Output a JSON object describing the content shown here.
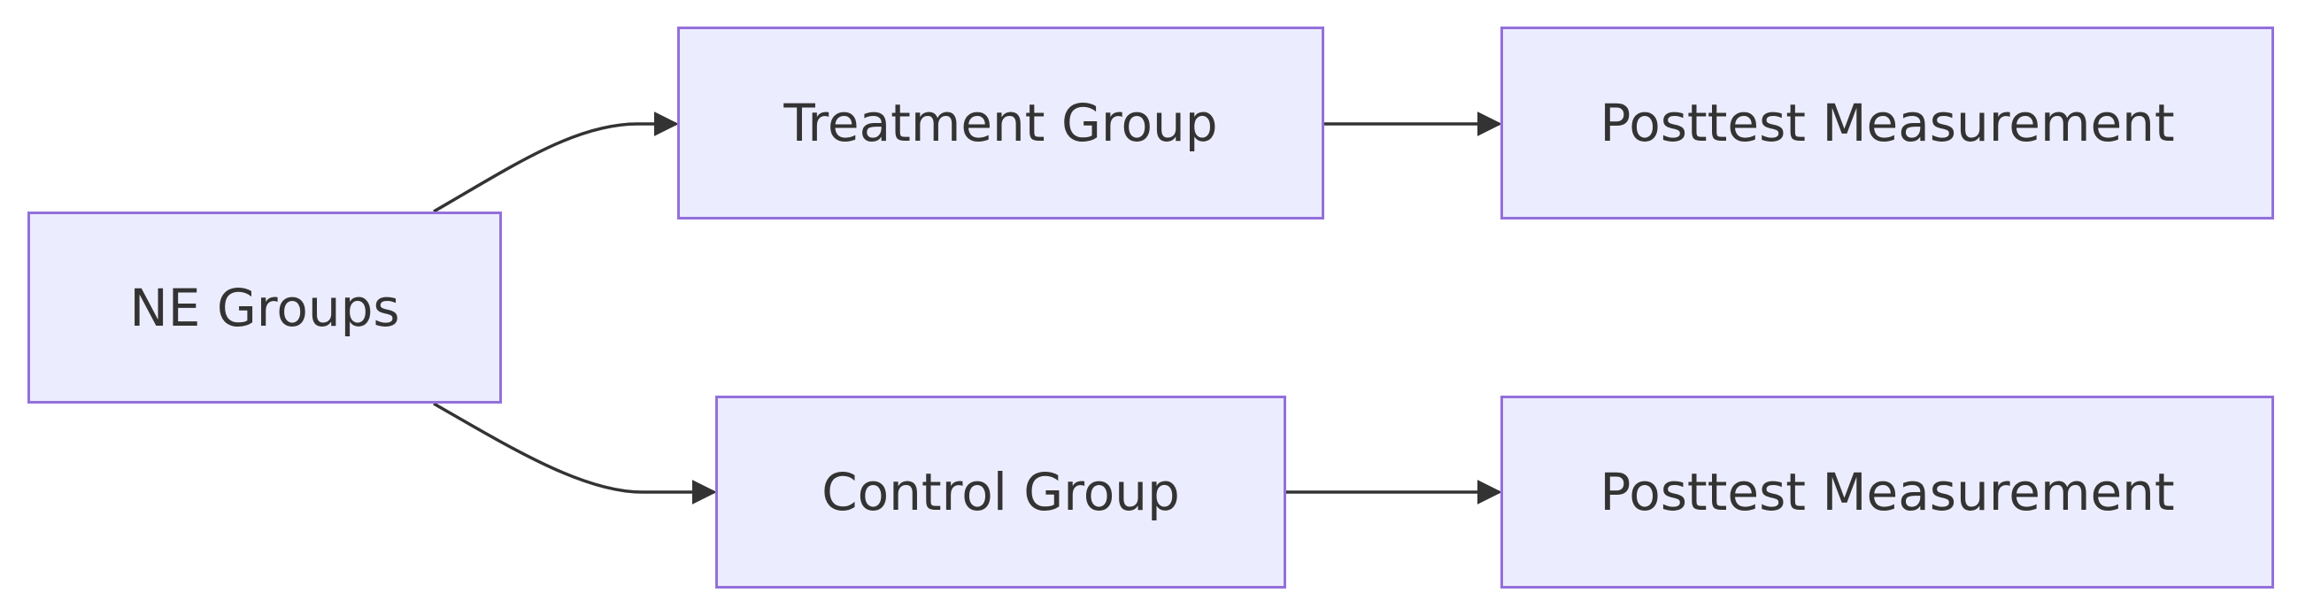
{
  "nodes": {
    "ne_groups": "NE Groups",
    "treatment_group": "Treatment Group",
    "control_group": "Control Group",
    "posttest_treatment": "Posttest Measurement",
    "posttest_control": "Posttest Measurement"
  },
  "edges": [
    {
      "from": "NE Groups",
      "to": "Treatment Group"
    },
    {
      "from": "NE Groups",
      "to": "Control Group"
    },
    {
      "from": "Treatment Group",
      "to": "Posttest Measurement"
    },
    {
      "from": "Control Group",
      "to": "Posttest Measurement"
    }
  ],
  "colors": {
    "node_fill": "#ececff",
    "node_border": "#9370db",
    "edge": "#333333",
    "text": "#333333"
  }
}
